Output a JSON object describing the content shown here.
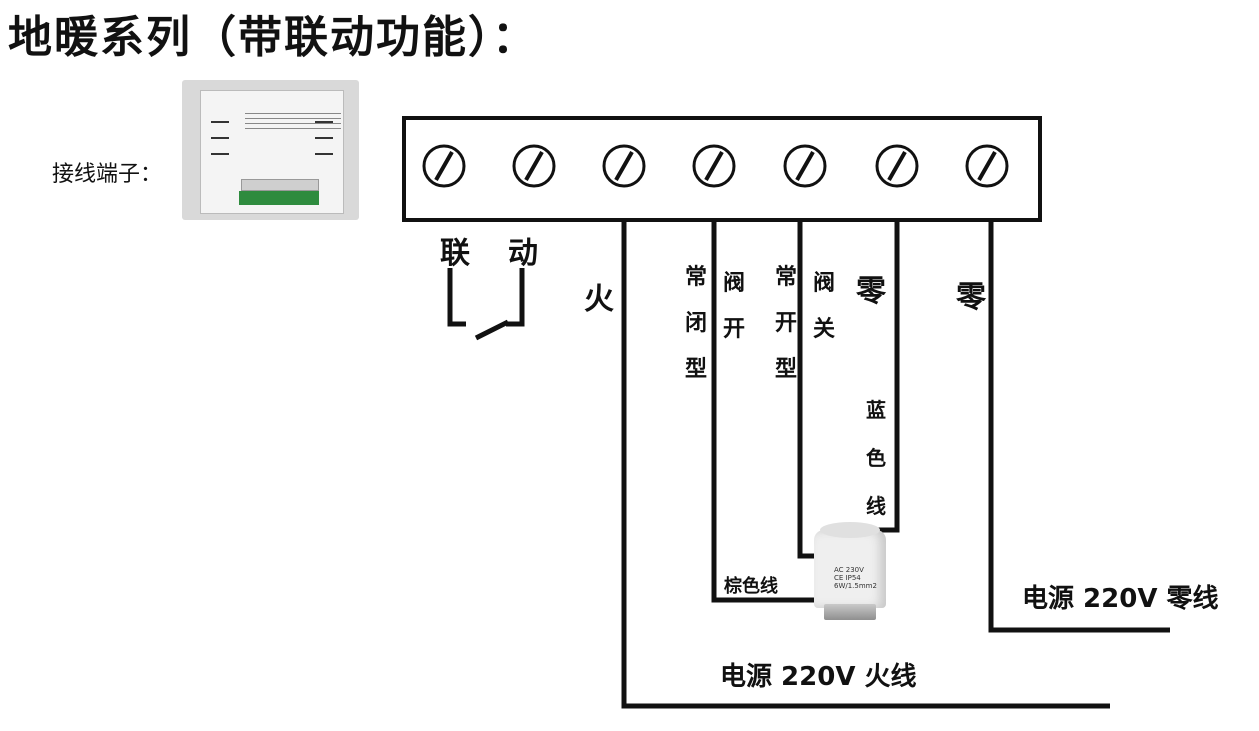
{
  "title": "地暖系列（带联动功能）：",
  "terminal_label": "接线端子：",
  "terminals": [
    {
      "symbol": "Ⓧ"
    },
    {
      "symbol": "Ⓧ"
    },
    {
      "symbol": "Ⓧ"
    },
    {
      "symbol": "Ⓧ"
    },
    {
      "symbol": "Ⓧ"
    },
    {
      "symbol": "Ⓧ"
    },
    {
      "symbol": "Ⓧ"
    }
  ],
  "labels": {
    "link1": "联",
    "link2": "动",
    "fire": "火",
    "nc_type": "常\n闭\n型",
    "valve_open": "阀\n开",
    "no_type": "常\n开\n型",
    "valve_close": "阀\n关",
    "neutral_1": "零",
    "neutral_2": "零",
    "blue_wire": "蓝\n色\n线",
    "brown_wire": "棕色线",
    "power_neutral": "电源 220V 零线",
    "power_live": "电源 220V 火线"
  },
  "valve": {
    "text": "AC 230V\nCE IP54\n6W/1.5mm2"
  }
}
